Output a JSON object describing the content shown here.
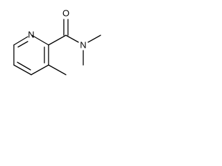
{
  "molecule": {
    "atoms": {
      "ring_nitrogen": "N",
      "carbonyl_oxygen": "O",
      "amide_nitrogen": "N"
    }
  }
}
